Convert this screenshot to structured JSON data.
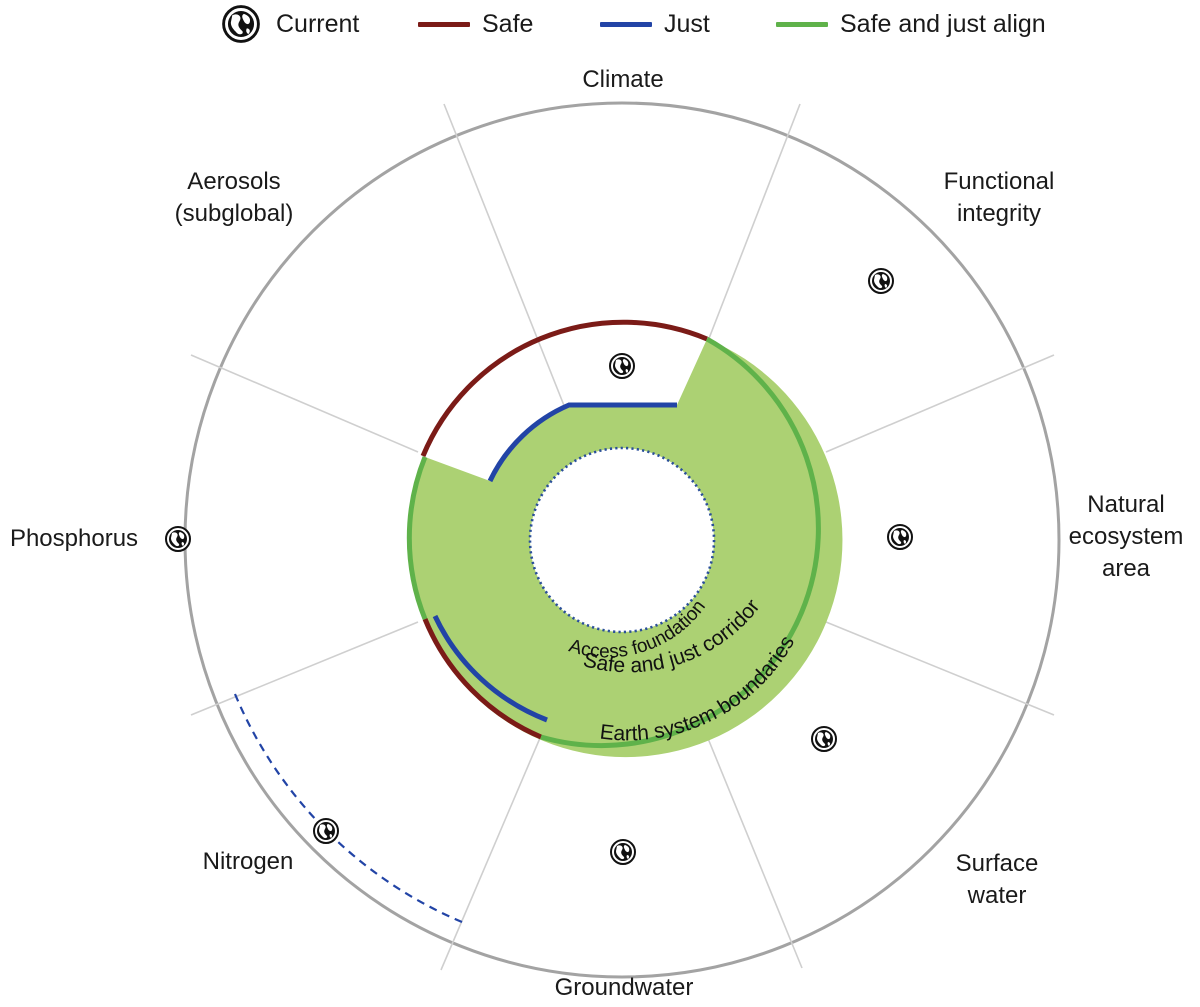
{
  "legend": {
    "current": "Current",
    "safe": "Safe",
    "just": "Just",
    "align": "Safe and just align"
  },
  "colors": {
    "safe": "#7b1b17",
    "just": "#2244a6",
    "align": "#5fb24a",
    "corridor_fill": "#acd173",
    "outer_ring": "#a3a3a3",
    "divider": "#cfcfcf",
    "access_dots": "#2a4f9a"
  },
  "icons": {
    "current": "earth-globe-icon"
  },
  "labels": {
    "climate": [
      "Climate"
    ],
    "functional_integrity": [
      "Functional",
      "integrity"
    ],
    "natural_ecosystem_area": [
      "Natural",
      "ecosystem",
      "area"
    ],
    "surface_water": [
      "Surface",
      "water"
    ],
    "groundwater": [
      "Groundwater"
    ],
    "nitrogen": [
      "Nitrogen"
    ],
    "phosphorus": [
      "Phosphorus"
    ],
    "aerosols": [
      "Aerosols",
      "(subglobal)"
    ]
  },
  "rings": {
    "access_foundation": "Access foundation",
    "safe_and_just_corridor": "Safe and just corridor",
    "earth_system_boundaries": "Earth system boundaries"
  }
}
